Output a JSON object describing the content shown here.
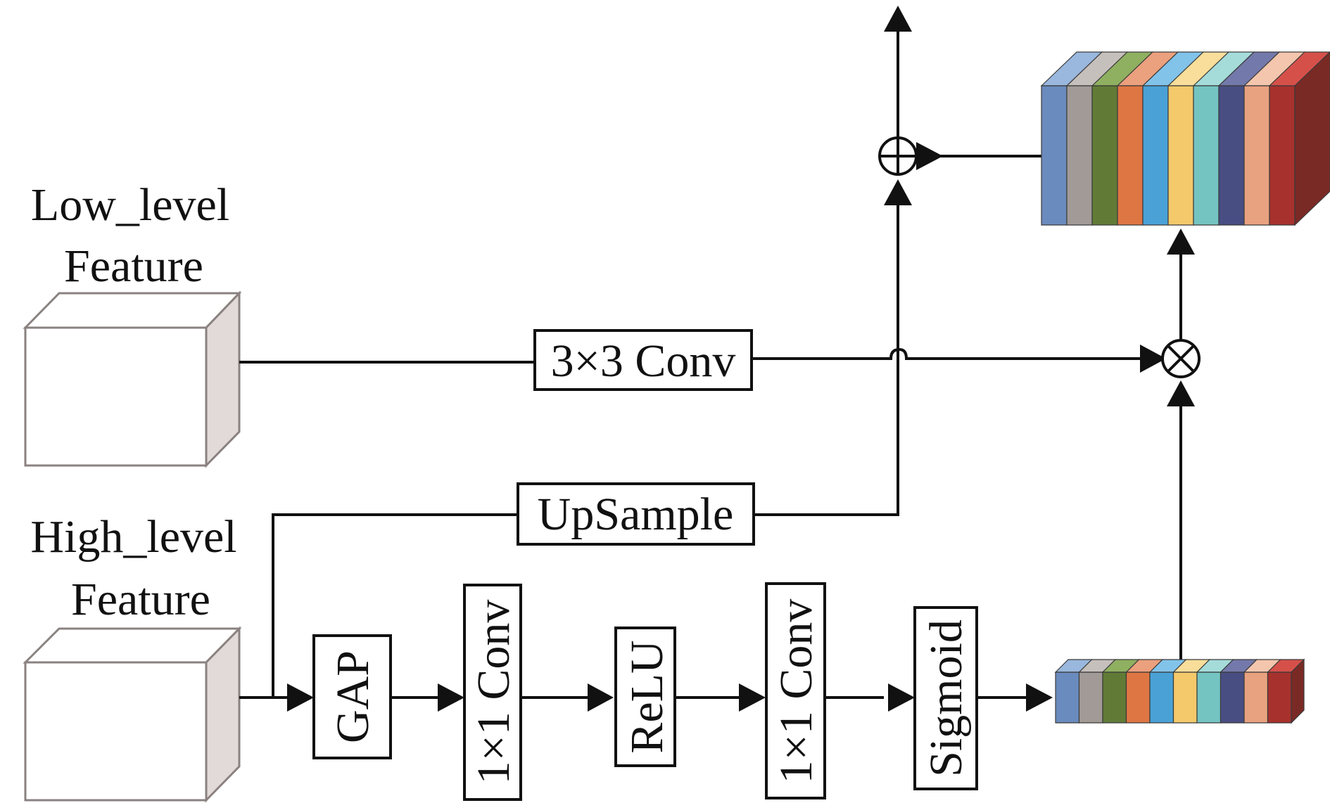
{
  "labels": {
    "low_level_line1": "Low_level",
    "low_level_line2": "Feature",
    "high_level_line1": "High_level",
    "high_level_line2": "Feature"
  },
  "blocks": {
    "conv3x3": "3×3 Conv",
    "upsample": "UpSample",
    "gap": "GAP",
    "conv1x1_a": "1×1 Conv",
    "relu": "ReLU",
    "conv1x1_b": "1×1 Conv",
    "sigmoid": "Sigmoid"
  },
  "operators": {
    "add": "⊕",
    "multiply": "⊗"
  },
  "channel_colors": [
    "#6a8bbd",
    "#a29a97",
    "#617b37",
    "#de7643",
    "#4aa1d6",
    "#f3c96b",
    "#74c4c2",
    "#484e82",
    "#e9a27f",
    "#a7312d",
    "#7a2a25"
  ],
  "channel_top_colors": [
    "#9ab8de",
    "#c6c0bd",
    "#8fb060",
    "#eba07e",
    "#82c3ea",
    "#f8de9a",
    "#a5dcda",
    "#7479ab",
    "#f3c6ad",
    "#d6504a",
    "#e23a3a"
  ]
}
